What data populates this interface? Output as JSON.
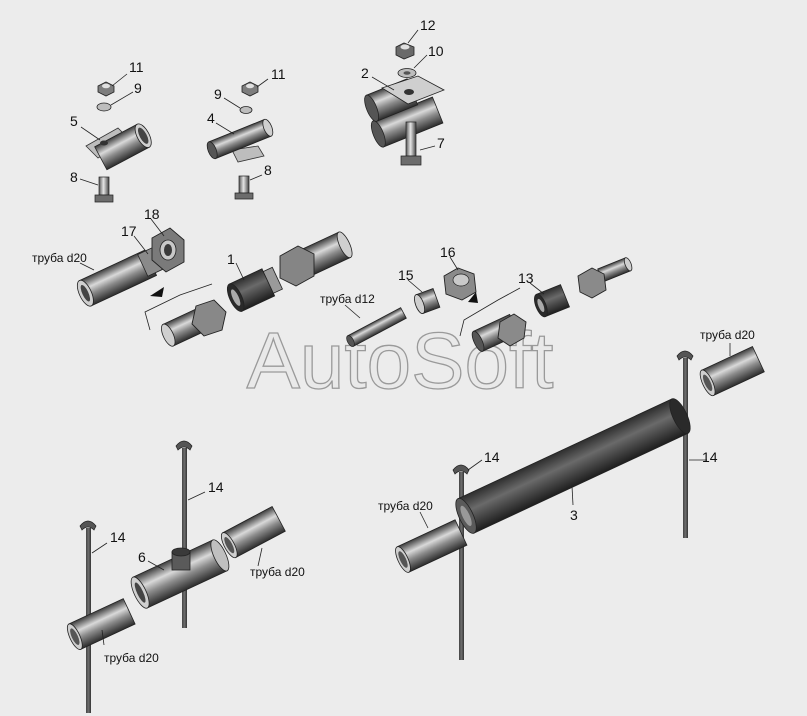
{
  "watermark": "AutoSoft",
  "callouts": {
    "c1": "1",
    "c2": "2",
    "c3": "3",
    "c4": "4",
    "c5": "5",
    "c6": "6",
    "c7": "7",
    "c8a": "8",
    "c8b": "8",
    "c9a": "9",
    "c9b": "9",
    "c10": "10",
    "c11a": "11",
    "c11b": "11",
    "c12": "12",
    "c13": "13",
    "c14a": "14",
    "c14b": "14",
    "c14c": "14",
    "c14d": "14",
    "c15": "15",
    "c16": "16",
    "c17": "17",
    "c18": "18"
  },
  "pipe_labels": {
    "p1": "труба d20",
    "p2": "труба d12",
    "p3": "труба d20",
    "p4": "труба d20",
    "p5": "труба d20",
    "p6": "труба d20"
  },
  "colors": {
    "background": "#ececec",
    "part_dark": "#4a4a4a",
    "part_light": "#d6d6d6",
    "outline": "#222222"
  }
}
